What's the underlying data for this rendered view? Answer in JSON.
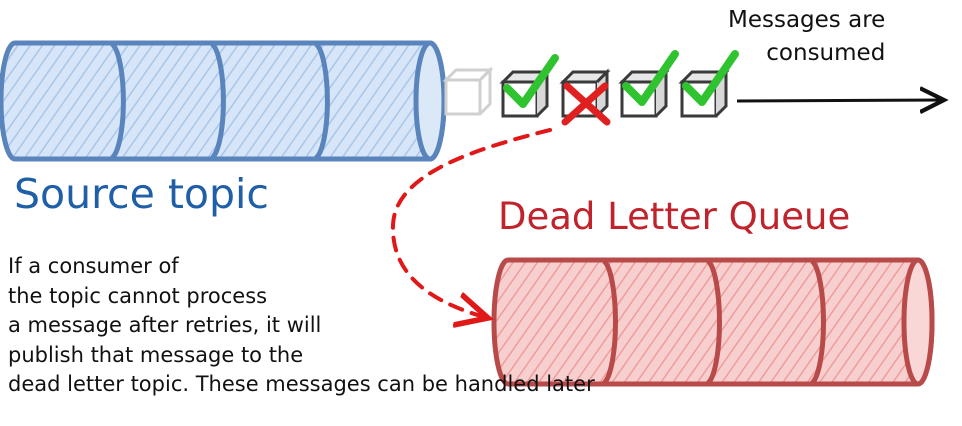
{
  "diagram": {
    "source_topic_title": "Source topic",
    "dlq_title": "Dead Letter Queue",
    "consumed_note": [
      "Messages are",
      "consumed"
    ],
    "explanation": [
      "If a consumer of",
      "the topic cannot process",
      "a message after retries, it will",
      "publish that message to the",
      "dead letter topic. These messages can be handled later"
    ],
    "messages": [
      "pending",
      "consumed",
      "failed",
      "consumed",
      "consumed"
    ],
    "colors": {
      "source_fill": "#cfe0f5",
      "source_stroke": "#5a84bc",
      "source_text": "#1f5fa8",
      "dlq_fill": "#f6c6c6",
      "dlq_stroke": "#b94a4a",
      "dlq_text": "#c0232c",
      "check": "#2fc42f",
      "cross": "#e02020",
      "arrow": "#e01818"
    }
  }
}
